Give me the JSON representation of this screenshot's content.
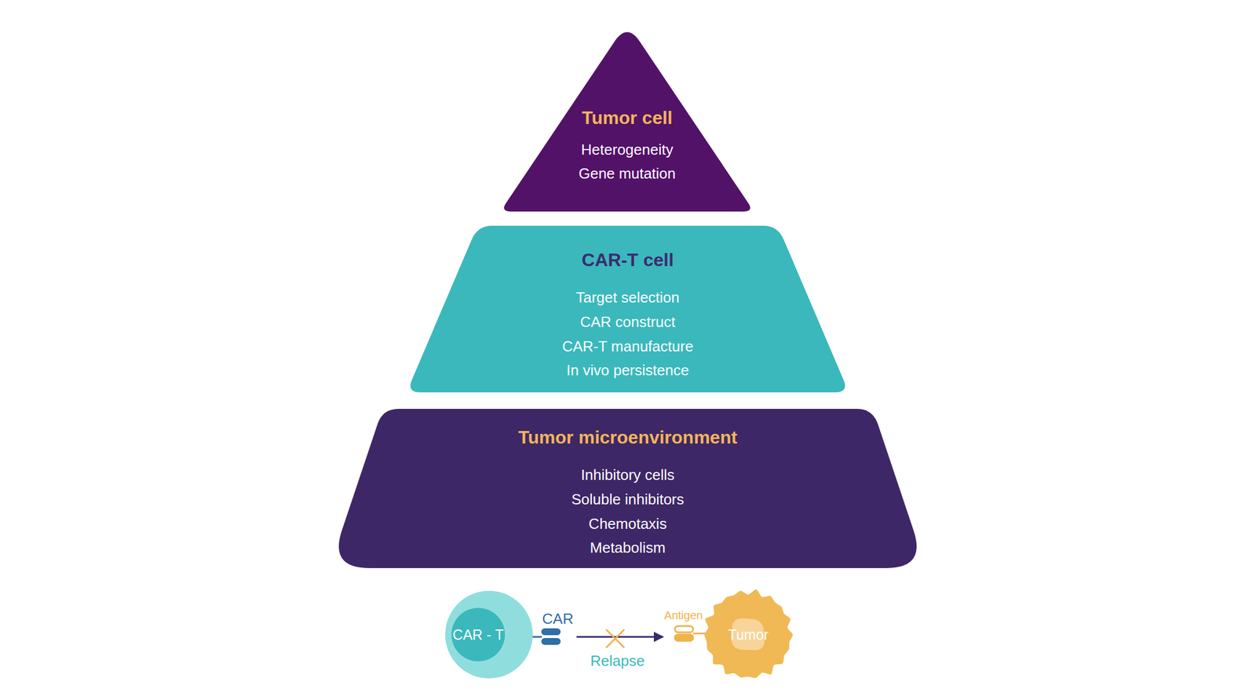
{
  "diagram": {
    "nodes": [
      {
        "text": [
          "Tumor cell",
          "Heterogeneity",
          "Gene mutation"
        ]
      },
      {
        "text": [
          "CAR-T cell",
          "Target selection",
          "CAR construct",
          "CAR-T manufacture",
          "In vivo persistence"
        ]
      },
      {
        "text": [
          "Tumor microenvironment",
          "Inhibitory cells",
          "Soluble inhibitors",
          "Chemotaxis",
          "Metabolism"
        ]
      },
      {
        "text": [
          "CAR - T"
        ]
      },
      {
        "text": [
          "Tumor"
        ]
      }
    ],
    "edges": [
      {
        "from": 3,
        "to": 4,
        "arrow": "to",
        "label": "Relapse"
      }
    ],
    "labels": [
      "CAR",
      "Antigen"
    ]
  }
}
